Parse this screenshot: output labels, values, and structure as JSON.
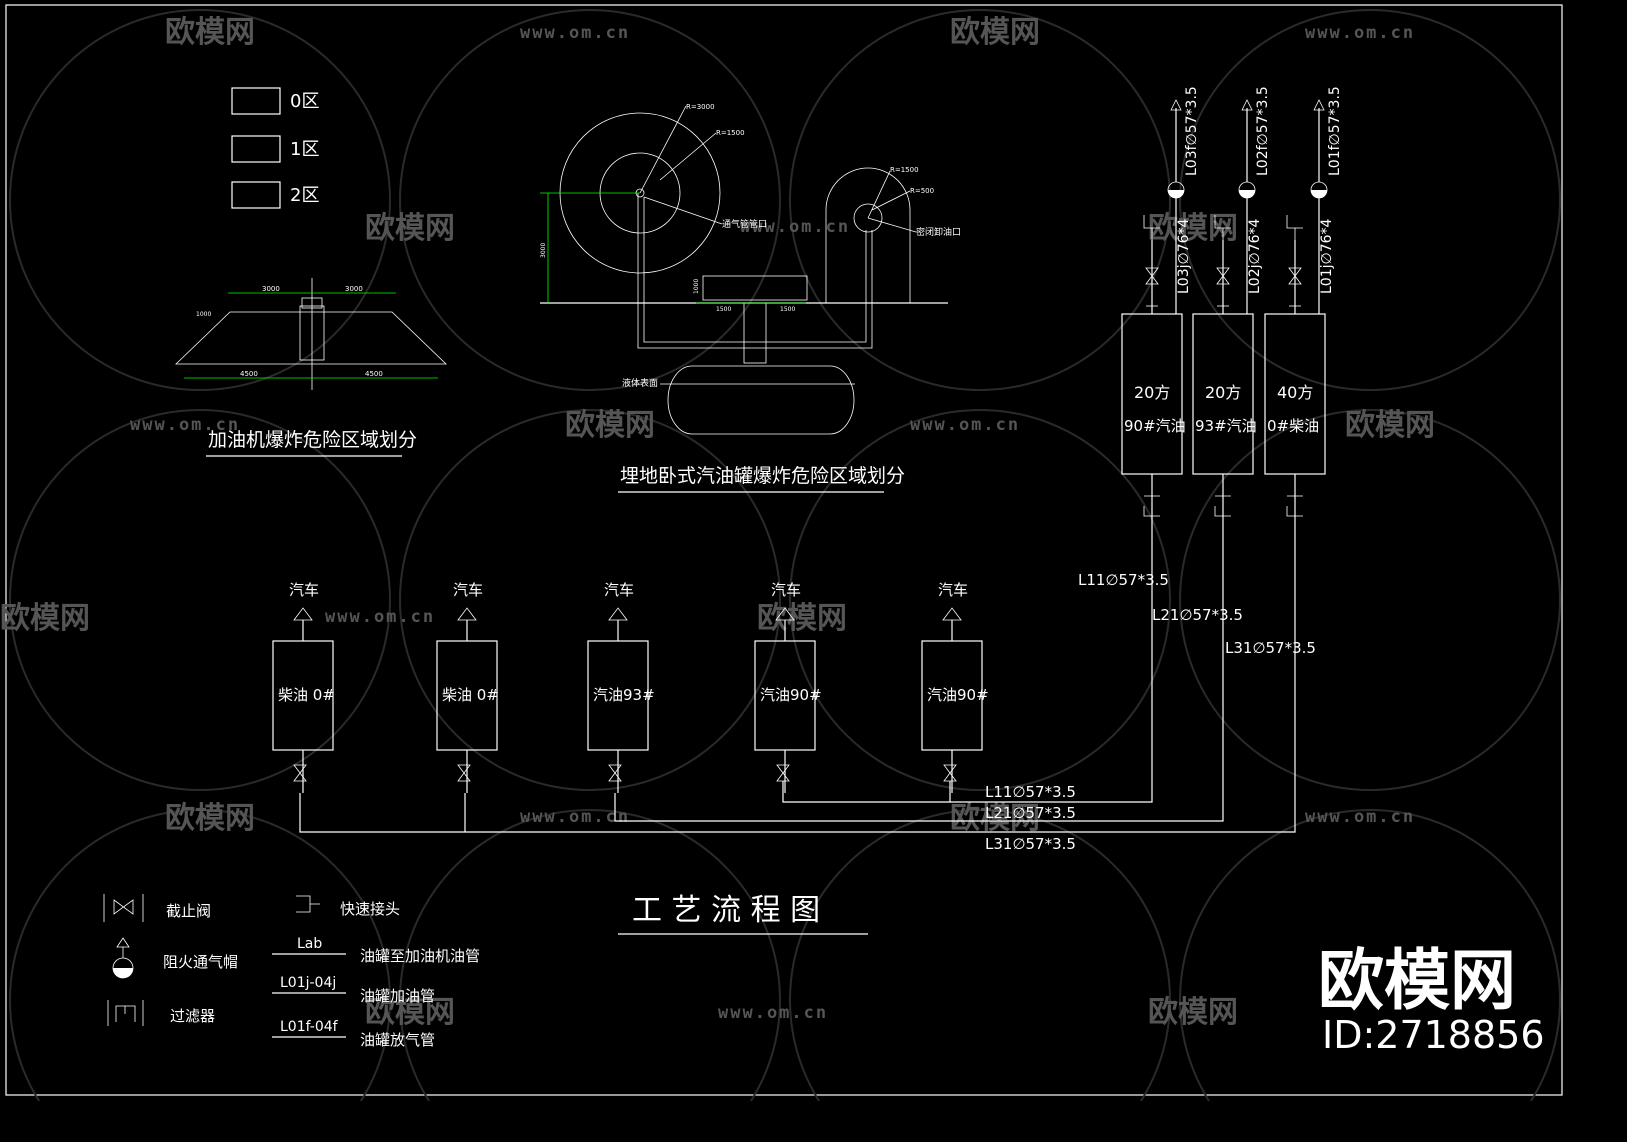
{
  "legend_zones": [
    {
      "label": "0区"
    },
    {
      "label": "1区"
    },
    {
      "label": "2区"
    }
  ],
  "dispenser_section": {
    "title": "加油机爆炸危险区域划分",
    "dims": {
      "top_left": "3000",
      "top_right": "3000",
      "bottom_left": "4500",
      "bottom_right": "4500",
      "height": "1000"
    }
  },
  "tank_section": {
    "title": "埋地卧式汽油罐爆炸危险区域划分",
    "labels": {
      "r_outer": "R=3000",
      "r_inner": "R=1500",
      "r_small_outer": "R=1500",
      "r_small_inner": "R=500",
      "vent": "通气管管口",
      "unload": "密闭卸油口",
      "liquid": "液体表面",
      "dim_v": "3000",
      "dim_h1": "1500",
      "dim_h2": "1500",
      "dim_v2": "1000"
    }
  },
  "tanks": [
    {
      "line1": "20方",
      "line2": "90#汽油",
      "vent": "L03f∅57*3.5",
      "fill": "L03j∅76*4"
    },
    {
      "line1": "20方",
      "line2": "93#汽油",
      "vent": "L02f∅57*3.5",
      "fill": "L02j∅76*4"
    },
    {
      "line1": "40方",
      "line2": "0#柴油",
      "vent": "L01f∅57*3.5",
      "fill": "L01j∅76*4"
    }
  ],
  "riser_labels": [
    "L11∅57*3.5",
    "L21∅57*3.5",
    "L31∅57*3.5"
  ],
  "dispensers": [
    {
      "fuel": "柴油 0#",
      "car": "汽车"
    },
    {
      "fuel": "柴油 0#",
      "car": "汽车"
    },
    {
      "fuel": "汽油93#",
      "car": "汽车"
    },
    {
      "fuel": "汽油90#",
      "car": "汽车"
    },
    {
      "fuel": "汽油90#",
      "car": "汽车"
    }
  ],
  "header_labels": [
    "L11∅57*3.5",
    "L21∅57*3.5",
    "L31∅57*3.5"
  ],
  "flow_title": "工 艺 流 程 图",
  "symbol_legend": [
    {
      "symbol": "stop-valve",
      "label": "截止阀"
    },
    {
      "symbol": "flame-arrester",
      "label": "阻火通气帽"
    },
    {
      "symbol": "filter",
      "label": "过滤器"
    },
    {
      "symbol": "quick-coupling",
      "label": "快速接头"
    },
    {
      "symbol": "line-lab",
      "code": "Lab",
      "label": "油罐至加油机油管"
    },
    {
      "symbol": "line-fill",
      "code": "L01j-04j",
      "label": "油罐加油管"
    },
    {
      "symbol": "line-vent",
      "code": "L01f-04f",
      "label": "油罐放气管"
    }
  ],
  "watermark": {
    "brand": "欧模网",
    "url": "www.om.cn",
    "id": "ID:2718856"
  }
}
